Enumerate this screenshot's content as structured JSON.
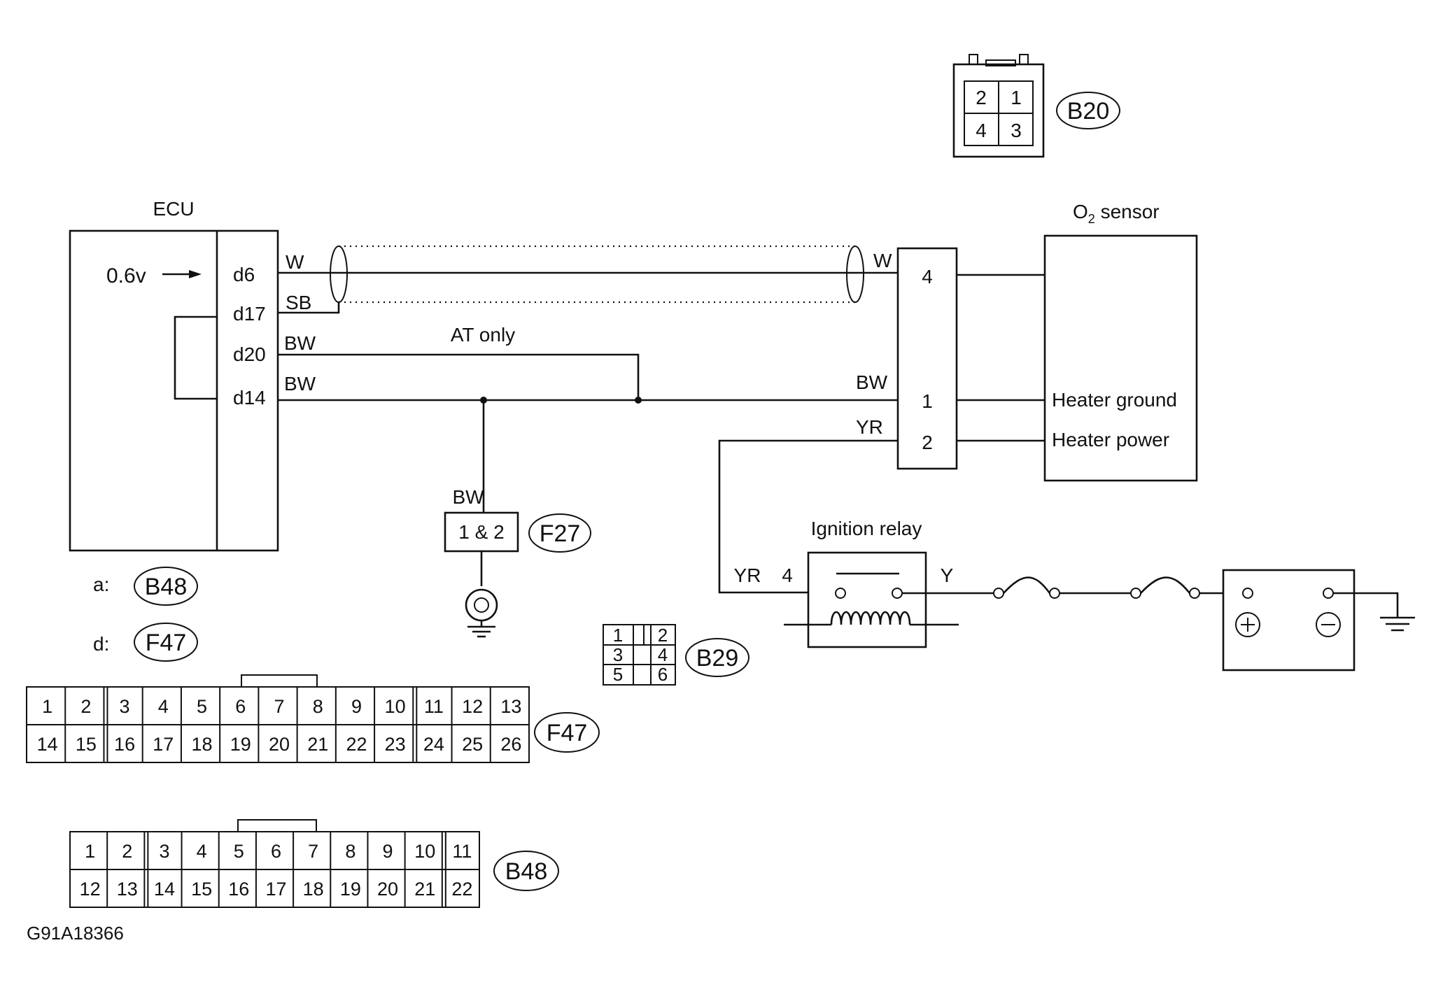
{
  "ecu": {
    "title": "ECU",
    "input_voltage": "0.6v",
    "terminals": [
      "d6",
      "d17",
      "d20",
      "d14"
    ]
  },
  "wires": {
    "d6": "W",
    "d17": "SB",
    "d20": "BW",
    "d14": "BW",
    "at_only_note": "AT only",
    "right_w": "W",
    "right_bw": "BW",
    "right_yr": "YR",
    "ground_bw": "BW",
    "relay_in": "YR",
    "relay_out": "Y"
  },
  "junction_connector": {
    "pins": [
      "4",
      "1",
      "2"
    ]
  },
  "o2_sensor": {
    "title_main": "O",
    "title_sub": "2",
    "title_rest": " sensor",
    "pins": [
      "Heater ground",
      "Heater power"
    ]
  },
  "ground_connector": {
    "pins": "1 & 2",
    "badge": "F27"
  },
  "ignition_relay": {
    "title": "Ignition relay",
    "pin": "4"
  },
  "legend": {
    "a_key": "a:",
    "a_value": "B48",
    "d_key": "d:",
    "d_value": "F47"
  },
  "connector_b20": {
    "badge": "B20",
    "cells": [
      "2",
      "1",
      "4",
      "3"
    ]
  },
  "connector_b29": {
    "badge": "B29",
    "cells": [
      "1",
      "2",
      "3",
      "4",
      "5",
      "6"
    ]
  },
  "connector_f47": {
    "badge": "F47",
    "row1": [
      "1",
      "2",
      "3",
      "4",
      "5",
      "6",
      "7",
      "8",
      "9",
      "10",
      "11",
      "12",
      "13"
    ],
    "row2": [
      "14",
      "15",
      "16",
      "17",
      "18",
      "19",
      "20",
      "21",
      "22",
      "23",
      "24",
      "25",
      "26"
    ]
  },
  "connector_b48": {
    "badge": "B48",
    "row1": [
      "1",
      "2",
      "3",
      "4",
      "5",
      "6",
      "7",
      "8",
      "9",
      "10",
      "11"
    ],
    "row2": [
      "12",
      "13",
      "14",
      "15",
      "16",
      "17",
      "18",
      "19",
      "20",
      "21",
      "22"
    ]
  },
  "figure_id": "G91A18366"
}
